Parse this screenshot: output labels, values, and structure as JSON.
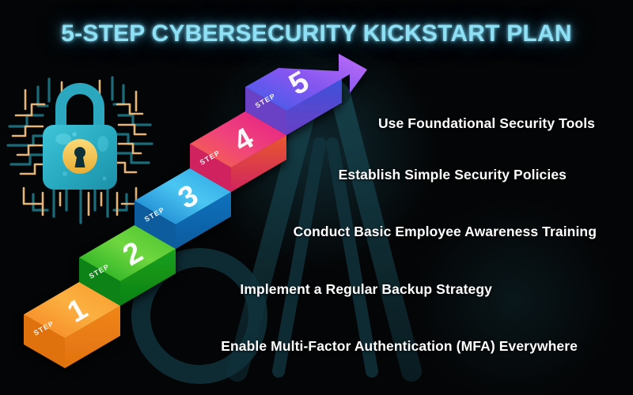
{
  "poster": {
    "title": "5-STEP CYBERSECURITY KICKSTART PLAN",
    "background_color": "#000000",
    "title_color": "#8FE0F4"
  },
  "illustration": {
    "icon": "padlock-circuit-icon",
    "lock_body_color": "#2BADC4",
    "lock_shackle_color": "#2BA8C0",
    "keyhole_circle_color": "#F2C14E",
    "circuit_trace_teal": "#1C6B79",
    "circuit_trace_tan": "#E5B57A"
  },
  "steps": [
    {
      "index": 1,
      "step_word": "STEP",
      "number": "1",
      "label": "Enable Multi-Factor Authentication (MFA) Everywhere",
      "color_light": "#FDB94E",
      "color_dark": "#F07D1A",
      "side_color": "#E06A12"
    },
    {
      "index": 2,
      "step_word": "STEP",
      "number": "2",
      "label": "Implement a Regular Backup Strategy",
      "color_light": "#7BD94A",
      "color_dark": "#17A81E",
      "side_color": "#119016"
    },
    {
      "index": 3,
      "step_word": "STEP",
      "number": "3",
      "label": "Conduct Basic Employee Awareness Training",
      "color_light": "#49C3F0",
      "color_dark": "#1478C8",
      "side_color": "#0F63AE"
    },
    {
      "index": 4,
      "step_word": "STEP",
      "number": "4",
      "label": "Establish Simple Security Policies",
      "color_light": "#F4693F",
      "color_dark": "#E51F6E",
      "side_color": "#C8175E"
    },
    {
      "index": 5,
      "step_word": "STEP",
      "number": "5",
      "label": "Use Foundational Security Tools",
      "color_light": "#3E63E8",
      "color_dark": "#B764F5",
      "side_color": "#7C3FD0"
    }
  ]
}
